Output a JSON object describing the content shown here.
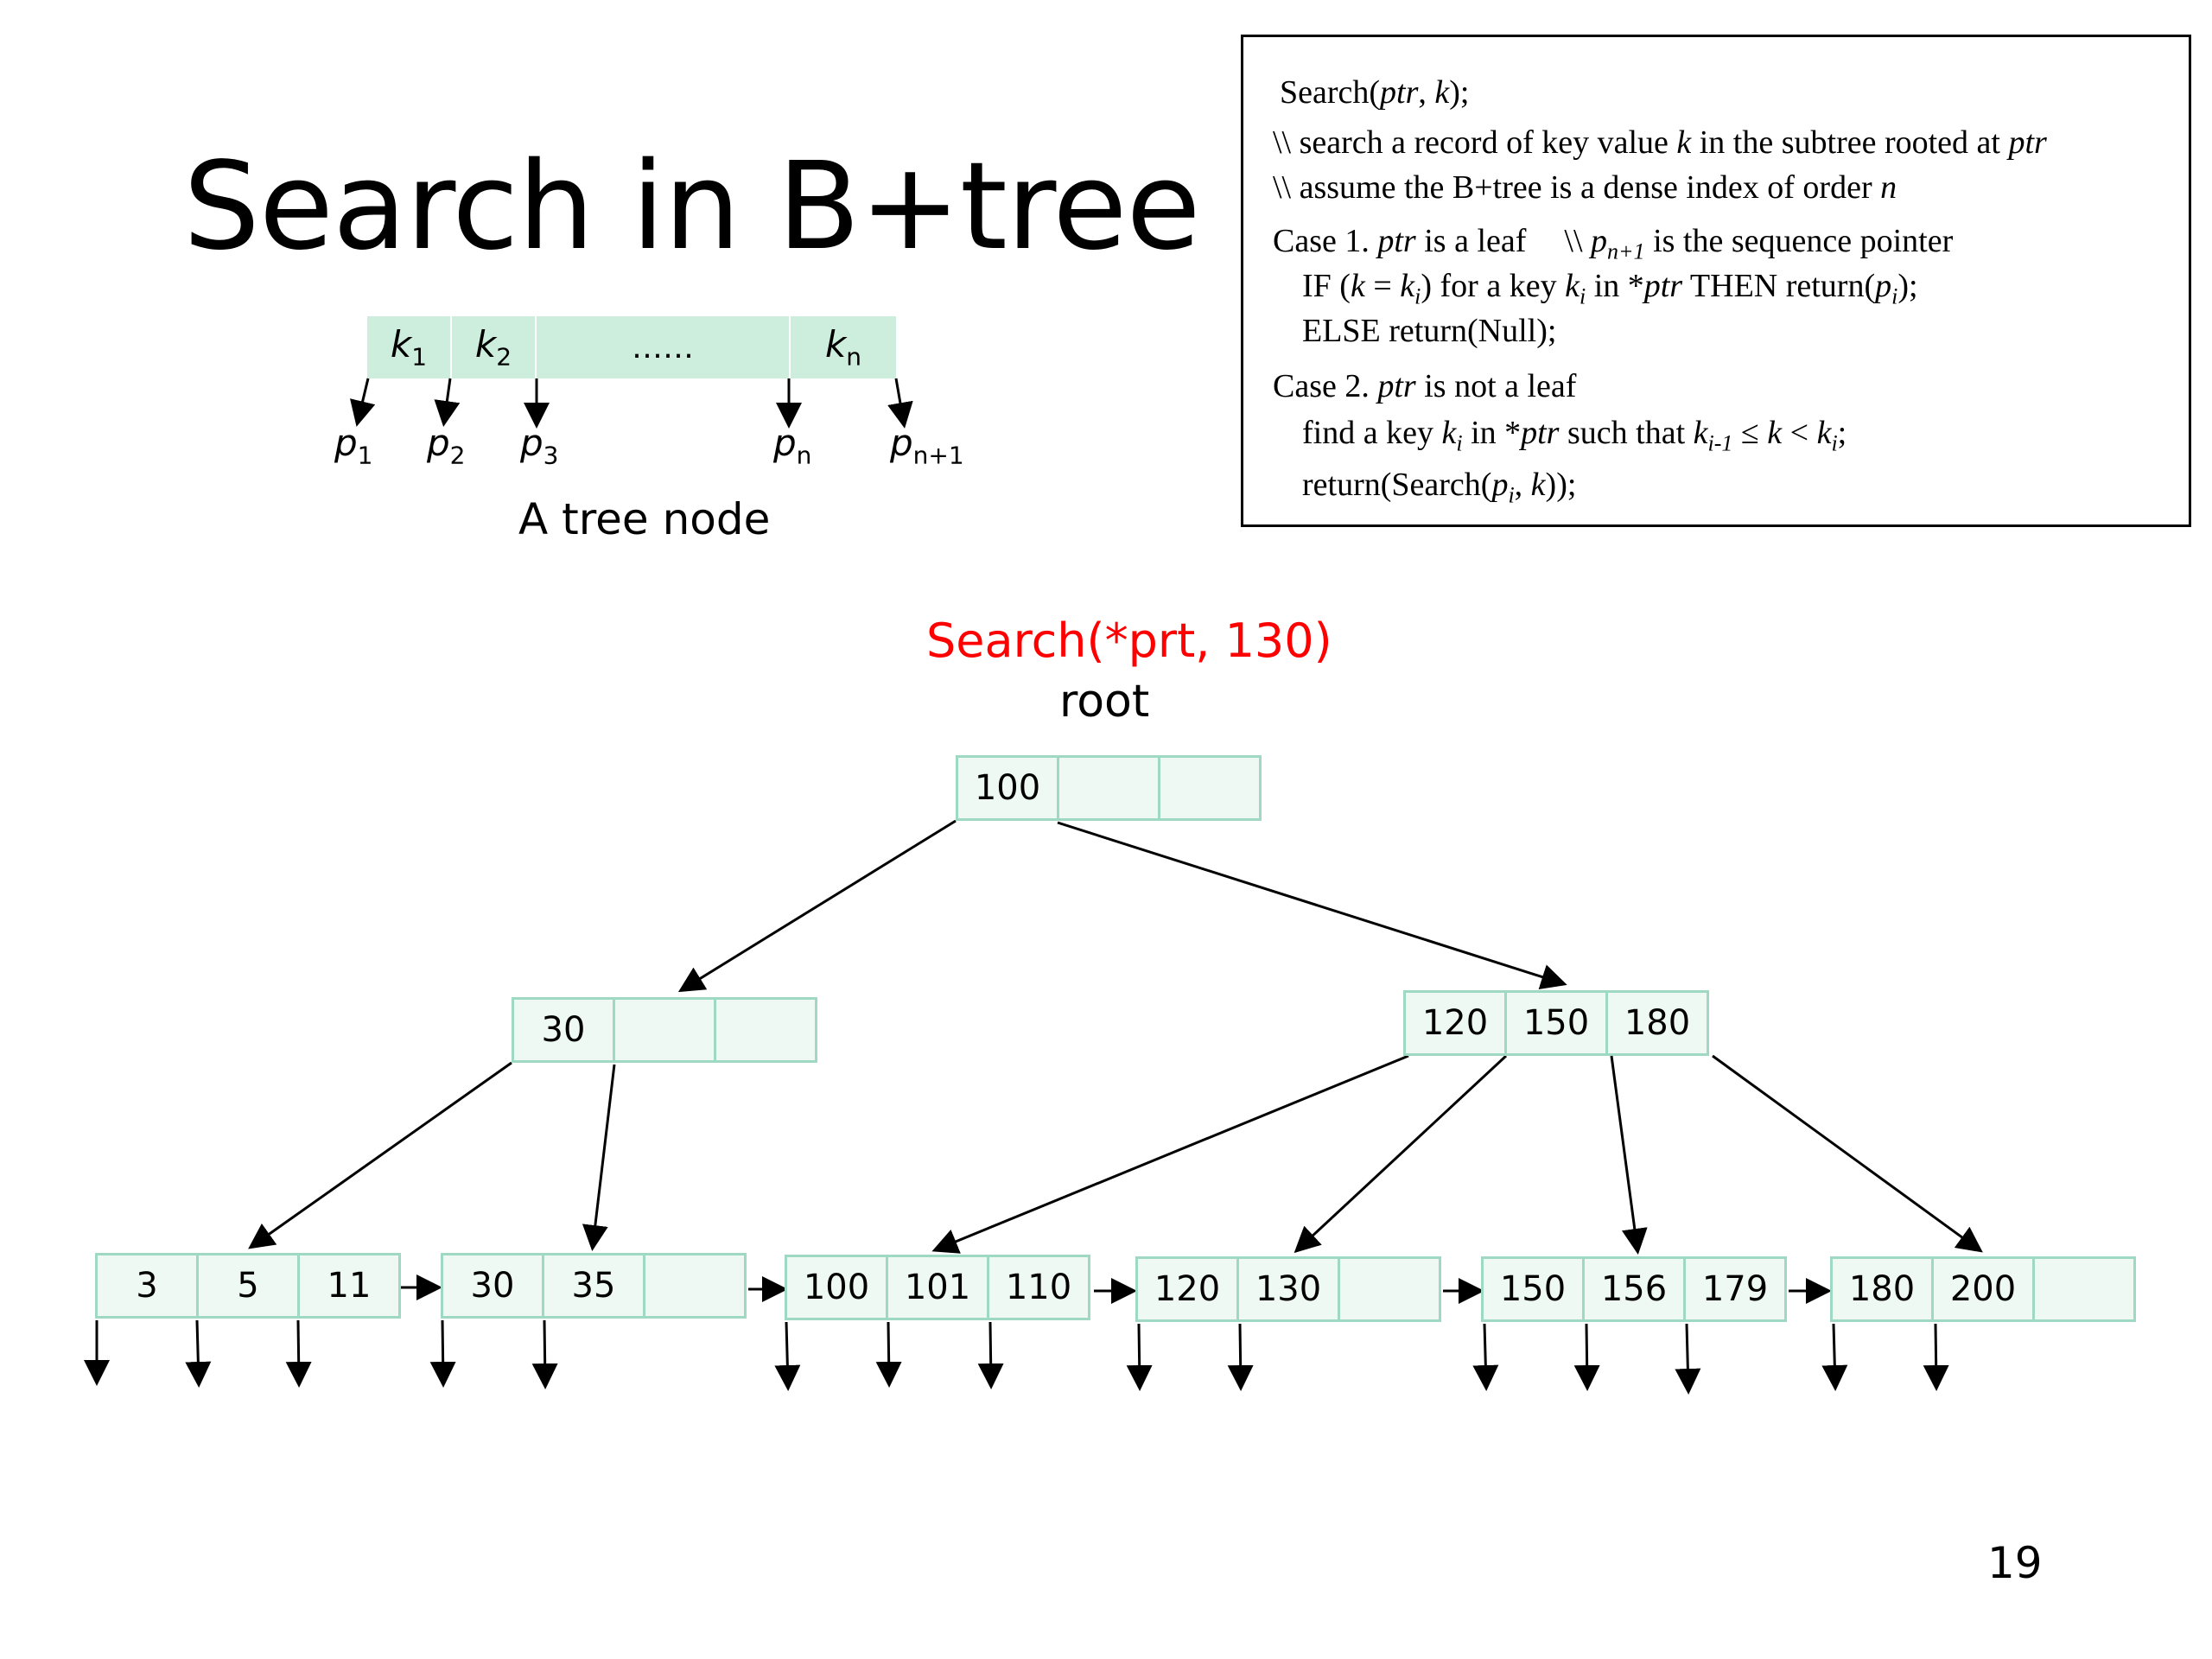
{
  "slide": {
    "title": "Search in B+tree",
    "node_caption": "A tree node",
    "search_call": "Search(*prt, 130)",
    "root_label": "root",
    "page_number": "19"
  },
  "tree_node_diagram": {
    "keys": [
      {
        "base": "k",
        "sub": "1"
      },
      {
        "base": "k",
        "sub": "2"
      },
      {
        "base": "……",
        "sub": ""
      },
      {
        "base": "k",
        "sub": "n"
      }
    ],
    "pointers": [
      {
        "base": "p",
        "sub": "1"
      },
      {
        "base": "p",
        "sub": "2"
      },
      {
        "base": "p",
        "sub": "3"
      },
      {
        "base": "p",
        "sub": "n"
      },
      {
        "base": "p",
        "sub": "n+1"
      }
    ]
  },
  "pseudocode": {
    "signature": {
      "pre": "Search(",
      "a": "ptr",
      "mid": ", ",
      "b": "k",
      "post": ");"
    },
    "comment1": {
      "pre": "\\\\ search a record of key value ",
      "k": "k",
      "mid": " in the subtree rooted at ",
      "ptr": "ptr"
    },
    "comment2": {
      "pre": "\\\\ assume the B+tree is a dense index of order ",
      "n": "n"
    },
    "case1": {
      "pre": "Case 1. ",
      "ptr": "ptr",
      "mid": " is a leaf",
      "c_pre": "\\\\ ",
      "p": "p",
      "p_sub": "n+1",
      "c_post": " is the sequence pointer"
    },
    "case1_if": {
      "t1": "IF (",
      "k": "k",
      "eq": " = ",
      "k2": "k",
      "k2_sub": "i",
      "t2": ") for a key ",
      "k3": "k",
      "k3_sub": "i",
      "t3": " in *",
      "ptr": "ptr",
      "t4": " THEN return(",
      "p": "p",
      "p_sub": "i",
      "t5": ");"
    },
    "case1_else": "ELSE return(Null);",
    "case2": {
      "pre": "Case 2. ",
      "ptr": "ptr",
      "post": " is not a leaf"
    },
    "case2_find": {
      "t1": "find a key ",
      "k": "k",
      "k_sub": "i",
      "t2": " in *",
      "ptr": "ptr",
      "t3": " such that ",
      "k2": "k",
      "k2_sub": "i-1",
      "le": " ≤ ",
      "k3": "k",
      "lt": " < ",
      "k4": "k",
      "k4_sub": "i",
      "t4": ";"
    },
    "case2_return": {
      "t1": "return(Search(",
      "p": "p",
      "p_sub": "i",
      "t2": ", ",
      "k": "k",
      "t3": "));"
    }
  },
  "tree": {
    "root": {
      "keys": [
        "100",
        "",
        ""
      ]
    },
    "internal_left": {
      "keys": [
        "30",
        "",
        ""
      ]
    },
    "internal_right": {
      "keys": [
        "120",
        "150",
        "180"
      ]
    },
    "leaves": [
      {
        "keys": [
          "3",
          "5",
          "11"
        ]
      },
      {
        "keys": [
          "30",
          "35",
          ""
        ]
      },
      {
        "keys": [
          "100",
          "101",
          "110"
        ]
      },
      {
        "keys": [
          "120",
          "130",
          ""
        ]
      },
      {
        "keys": [
          "150",
          "156",
          "179"
        ]
      },
      {
        "keys": [
          "180",
          "200",
          ""
        ]
      }
    ]
  },
  "colors": {
    "cell_fill": "#eef9f4",
    "cell_border": "#9fd9c3",
    "key_node_fill": "#cdeedd",
    "search_call": "#ff0000"
  }
}
